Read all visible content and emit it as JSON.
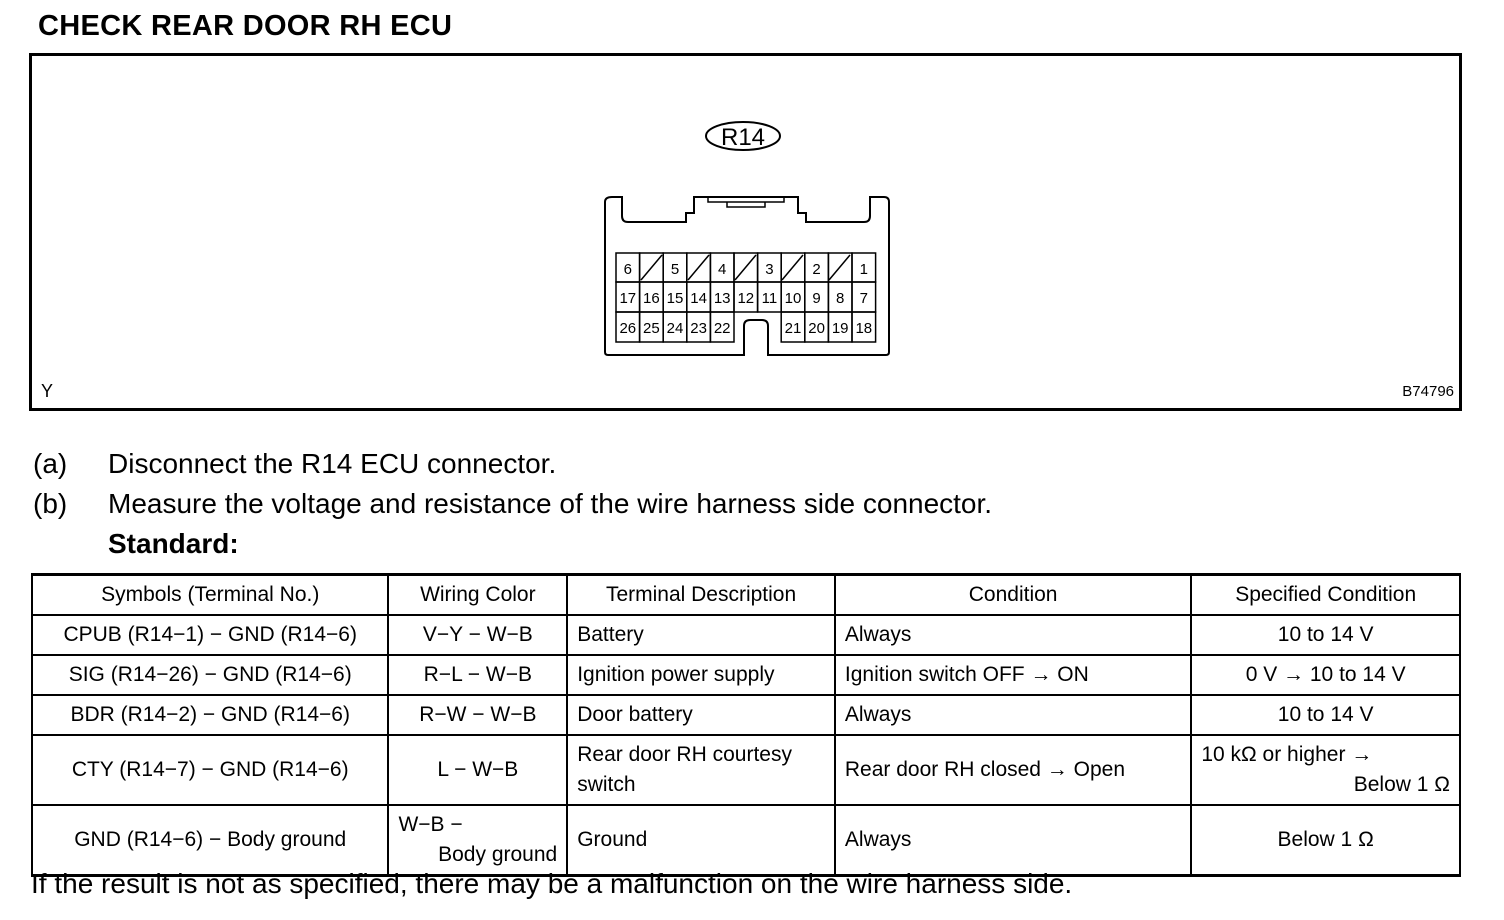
{
  "title": "CHECK REAR DOOR RH ECU",
  "figure": {
    "connector_label": "R14",
    "corner_left": "Y",
    "corner_right": "B74796",
    "row1": [
      "6",
      "",
      "5",
      "",
      "4",
      "",
      "3",
      "",
      "2",
      "",
      "1"
    ],
    "row2": [
      "17",
      "16",
      "15",
      "14",
      "13",
      "12",
      "11",
      "10",
      "9",
      "8",
      "7"
    ],
    "row3": [
      "26",
      "25",
      "24",
      "23",
      "22",
      "",
      "",
      "21",
      "20",
      "19",
      "18"
    ]
  },
  "steps": [
    {
      "label": "(a)",
      "text": "Disconnect the R14 ECU connector."
    },
    {
      "label": "(b)",
      "text": "Measure the voltage and resistance of the wire harness side connector."
    }
  ],
  "standard_label": "Standard:",
  "table": {
    "headers": [
      "Symbols (Terminal No.)",
      "Wiring Color",
      "Terminal Description",
      "Condition",
      "Specified Condition"
    ],
    "rows": [
      {
        "symbol": "CPUB (R14−1) − GND (R14−6)",
        "color": "V−Y − W−B",
        "desc": "Battery",
        "cond": "Always",
        "spec": "10 to 14 V"
      },
      {
        "symbol": "SIG (R14−26) − GND (R14−6)",
        "color": "R−L − W−B",
        "desc": "Ignition power supply",
        "cond": "Ignition switch OFF → ON",
        "spec": "0 V → 10 to 14 V"
      },
      {
        "symbol": "BDR (R14−2) − GND (R14−6)",
        "color": "R−W − W−B",
        "desc": "Door battery",
        "cond": "Always",
        "spec": "10 to 14 V"
      },
      {
        "symbol": "CTY (R14−7) − GND (R14−6)",
        "color": "L − W−B",
        "desc_line1": "Rear door RH courtesy",
        "desc_line2": "switch",
        "cond": "Rear door RH closed → Open",
        "spec_line1": "10 kΩ or higher →",
        "spec_line2": "Below 1 Ω"
      },
      {
        "symbol": "GND (R14−6) − Body ground",
        "color_line1": "W−B −",
        "color_line2": "Body ground",
        "desc": "Ground",
        "cond": "Always",
        "spec": "Below 1 Ω"
      }
    ]
  },
  "footer": "If the result is not as specified, there may be a malfunction on the wire harness side."
}
